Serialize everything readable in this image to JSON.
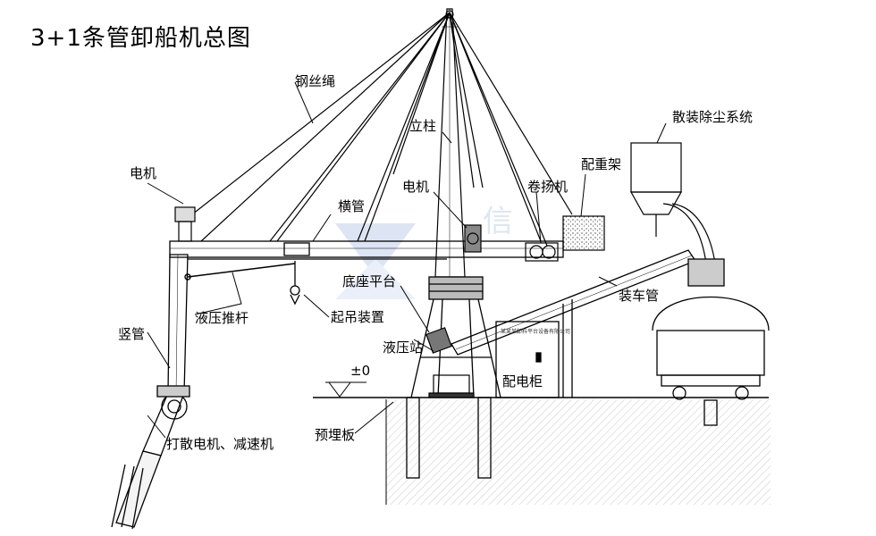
{
  "title": "3+1条管卸船机总图",
  "labels": {
    "wire_rope": "钢丝绳",
    "column": "立柱",
    "motor_top": "电机",
    "motor_mid": "电机",
    "winch": "卷扬机",
    "counterweight": "配重架",
    "dust_system": "散装除尘系统",
    "horizontal_pipe": "横管",
    "hydraulic_rod": "液压推杆",
    "lifting_device": "起吊装置",
    "base_platform": "底座平台",
    "hydraulic_station": "液压站",
    "vertical_pipe": "竖管",
    "loading_pipe": "装车管",
    "distribution_cabinet": "配电柜",
    "zero_level": "±0",
    "embedded_plate": "预埋板",
    "scatter_motor": "打散电机、减速机"
  },
  "cabinet_plate_text": "某某某卸料平台设备有限公司",
  "watermark": "信"
}
